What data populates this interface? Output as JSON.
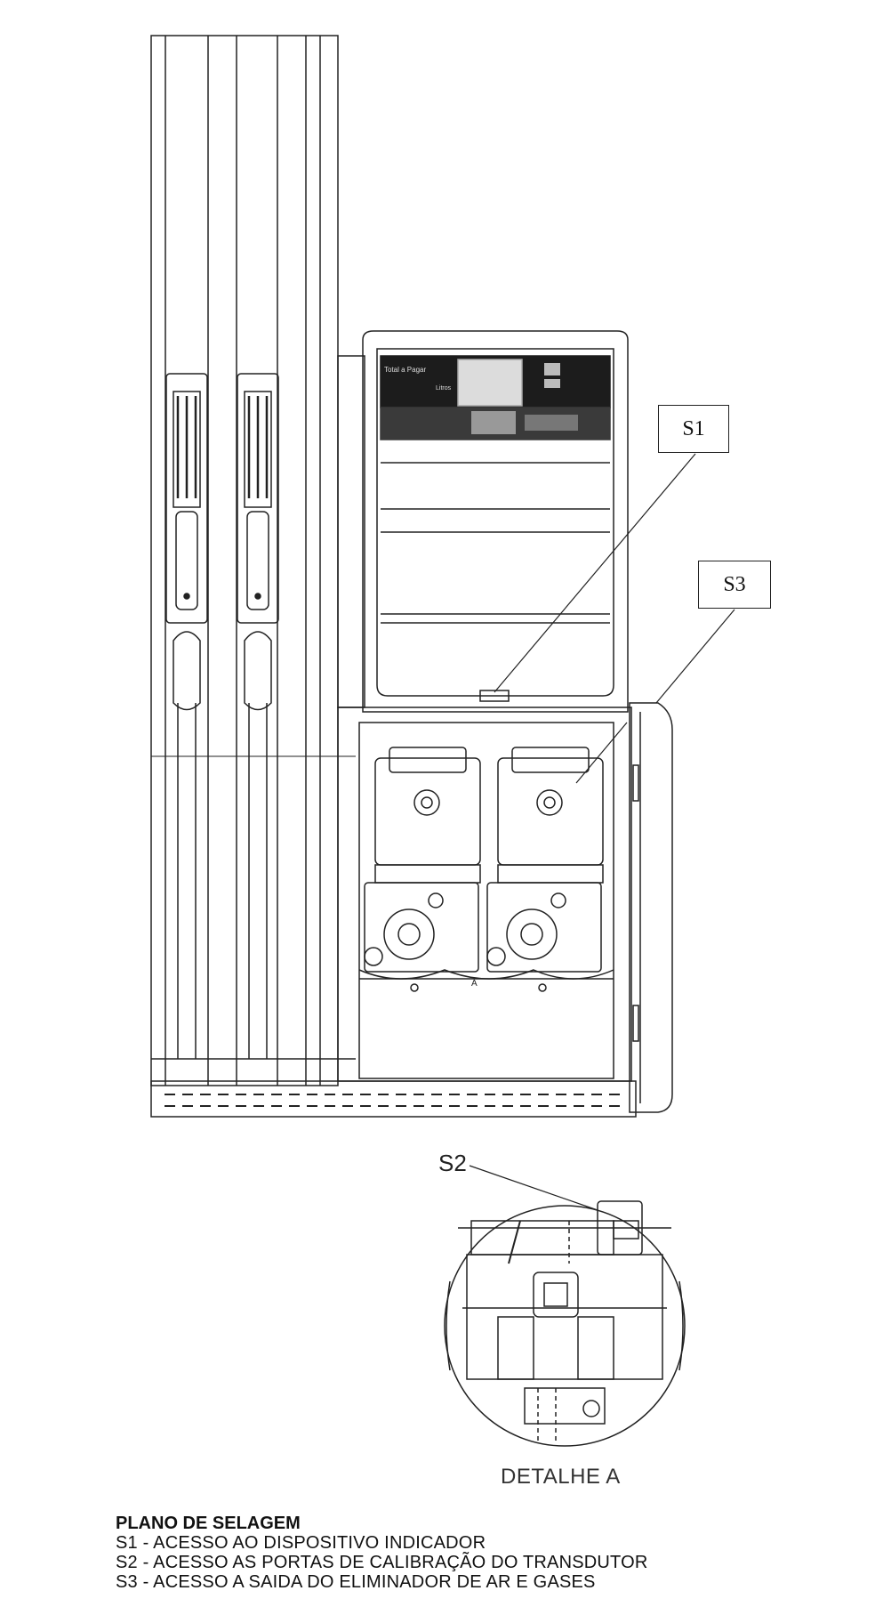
{
  "callouts": {
    "s1": "S1",
    "s2": "S2",
    "s3": "S3"
  },
  "detail_caption": "DETALHE A",
  "legend": {
    "title": "PLANO DE SELAGEM",
    "items": [
      {
        "code": "S1",
        "text": "ACESSO AO DISPOSITIVO INDICADOR"
      },
      {
        "code": "S2",
        "text": "ACESSO AS PORTAS DE CALIBRAÇÃO DO TRANSDUTOR"
      },
      {
        "code": "S3",
        "text": "ACESSO A SAIDA DO ELIMINADOR DE AR E GASES"
      }
    ]
  }
}
